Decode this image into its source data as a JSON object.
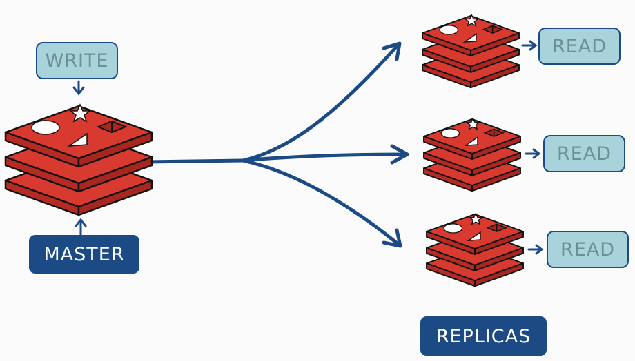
{
  "diagram": {
    "master": {
      "label": "MASTER",
      "operation": "WRITE"
    },
    "replicas_label": "REPLICAS",
    "replicas": [
      {
        "operation": "READ"
      },
      {
        "operation": "READ"
      },
      {
        "operation": "READ"
      }
    ],
    "colors": {
      "stack_red": "#d93a2f",
      "stack_dark_red": "#a82620",
      "navy": "#1c4a84",
      "light_box": "#a8d3da",
      "light_box_text": "#6b8f95"
    },
    "icons": [
      "redis-stack-icon",
      "star-icon",
      "circle-icon",
      "triangle-icon",
      "cube-icon",
      "arrow-icon"
    ]
  }
}
